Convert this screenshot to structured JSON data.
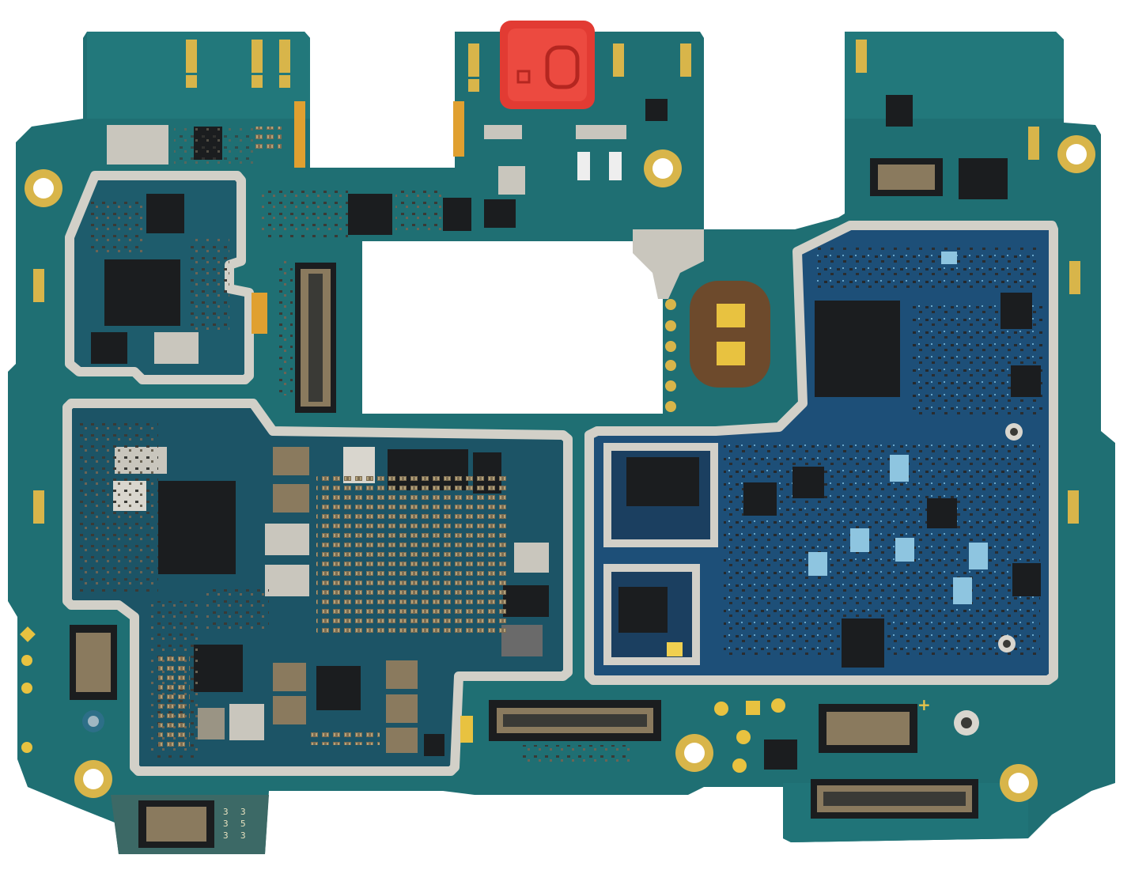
{
  "image": {
    "subject": "",
    "silkscreen_marks": [
      "+",
      "3",
      "5"
    ]
  },
  "colors": {
    "pcb_green": "#1f6f73",
    "pcb_green_dark": "#175a5f",
    "pcb_blue": "#1d4f78",
    "shield_metal": "#c9c6bd",
    "gold_pad": "#d8b54a",
    "chip_black": "#1b1d1f",
    "cap_tan": "#8a7a5e",
    "red_button": "#e23b33",
    "cutout": "#ffffff"
  },
  "icons": [
    "red-side-button",
    "coax-antenna-connector",
    "board-to-board-connector",
    "mounting-hole",
    "metal-shield-can"
  ]
}
